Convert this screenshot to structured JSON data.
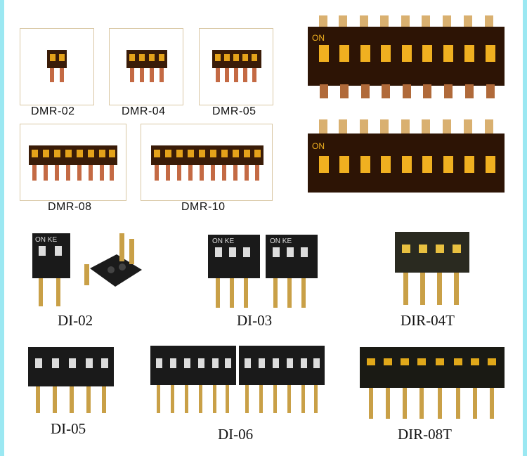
{
  "top_labels": {
    "dmr02": "DMR-02",
    "dmr04": "DMR-04",
    "dmr05": "DMR-05",
    "dmr08": "DMR-08",
    "dmr10": "DMR-10"
  },
  "bottom_labels": {
    "di02": "DI-02",
    "di03": "DI-03",
    "dir04t": "DIR-04T",
    "di05": "DI-05",
    "di06": "DI-06",
    "dir08t": "DIR-08T"
  },
  "switch_text": {
    "on": "ON",
    "ke": "KE"
  },
  "colors": {
    "frame": "#9be8f2",
    "box_border": "#d9c7a4",
    "body_black": "#1a1a1a",
    "body_amber": "#3a1c08",
    "switch_amber": "#e4a21a",
    "pin_gold": "#c9a047",
    "pin_copper": "#c46a44"
  }
}
